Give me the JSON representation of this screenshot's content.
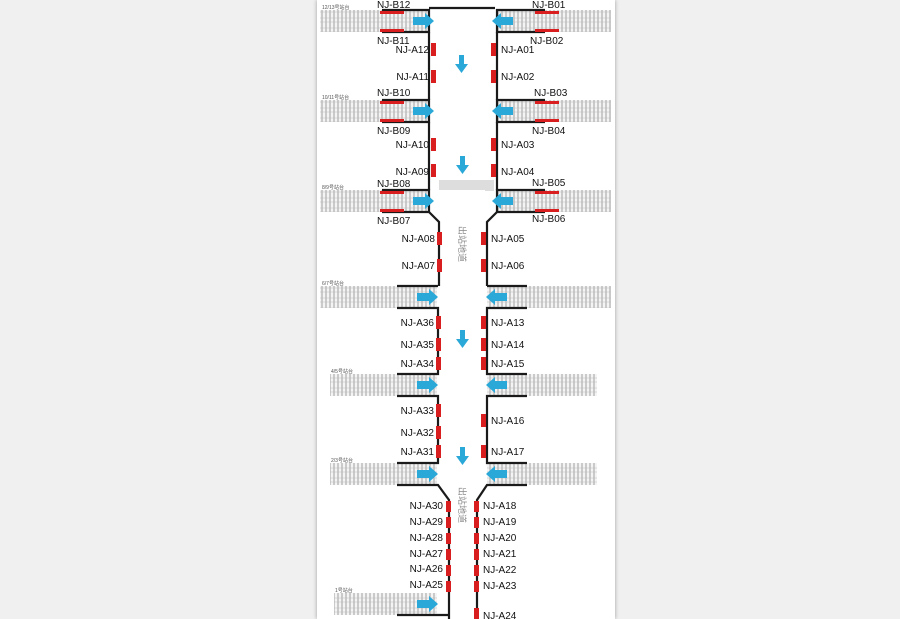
{
  "exit_passage_label": "出站地道",
  "colors": {
    "background": "#f0f0f0",
    "document": "#ffffff",
    "wall": "#1a1a1a",
    "gate": "#d81e1e",
    "arrow": "#2aa8d8",
    "track": "#bdbdbd"
  },
  "platform_labels": [
    "12/13号站台",
    "10/11号站台",
    "8/9号站台",
    "6/7号站台",
    "4/5号站台",
    "2/3号站台",
    "1号站台"
  ],
  "b_gates": [
    "NJ-B12",
    "NJ-B01",
    "NJ-B11",
    "NJ-B02",
    "NJ-B10",
    "NJ-B03",
    "NJ-B09",
    "NJ-B04",
    "NJ-B08",
    "NJ-B05",
    "NJ-B07",
    "NJ-B06"
  ],
  "a_gates_left": [
    "NJ-A12",
    "NJ-A11",
    "NJ-A10",
    "NJ-A09",
    "NJ-A08",
    "NJ-A07",
    "NJ-A36",
    "NJ-A35",
    "NJ-A34",
    "NJ-A33",
    "NJ-A32",
    "NJ-A31",
    "NJ-A30",
    "NJ-A29",
    "NJ-A28",
    "NJ-A27",
    "NJ-A26",
    "NJ-A25"
  ],
  "a_gates_right": [
    "NJ-A01",
    "NJ-A02",
    "NJ-A03",
    "NJ-A04",
    "NJ-A05",
    "NJ-A06",
    "NJ-A13",
    "NJ-A14",
    "NJ-A15",
    "NJ-A16",
    "NJ-A17",
    "NJ-A18",
    "NJ-A19",
    "NJ-A20",
    "NJ-A21",
    "NJ-A22",
    "NJ-A23",
    "NJ-A24"
  ]
}
